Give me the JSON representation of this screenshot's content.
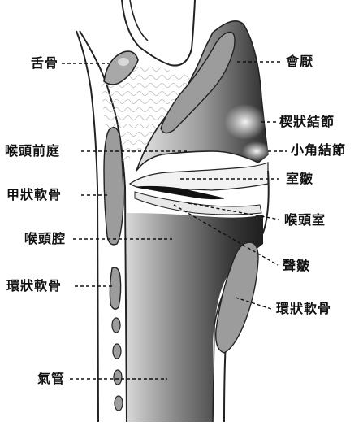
{
  "labels": {
    "hyoid": "舌骨",
    "epiglottis": "會厭",
    "cuneiform": "楔狀結節",
    "corniculate": "小角結節",
    "vestibule": "喉頭前庭",
    "ventricular_fold": "室皺",
    "thyroid_cartilage": "甲狀軟骨",
    "laryngeal_ventricle": "喉頭室",
    "laryngeal_cavity": "喉頭腔",
    "vocal_fold": "聲皺",
    "cricoid_left": "環狀軟骨",
    "cricoid_right": "環狀軟骨",
    "trachea": "氣管"
  },
  "colors": {
    "ink": "#111111",
    "cartilage": "#9c9c9c",
    "lumen_dark": "#2e2e2e",
    "paper": "#ffffff"
  }
}
